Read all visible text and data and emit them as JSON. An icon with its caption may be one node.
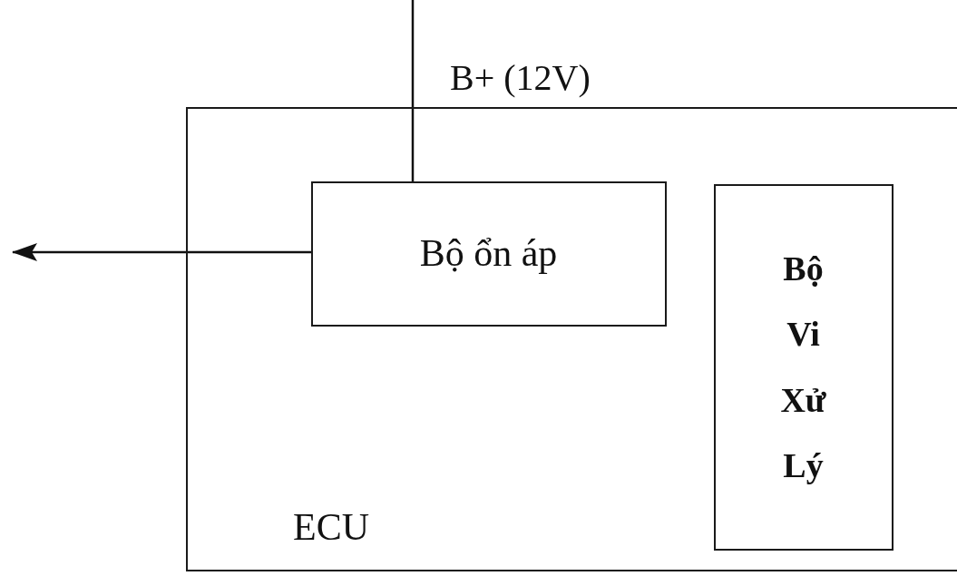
{
  "diagram": {
    "nodes": [
      {
        "text": [
          "ECU"
        ]
      },
      {
        "text": [
          "Bộ ổn áp"
        ],
        "in": 0
      },
      {
        "text": [
          "Bộ Vi Xử Lý"
        ],
        "in": 0
      }
    ],
    "edges": [
      {
        "from": null,
        "to": 1,
        "arrow": "none",
        "label": "B+ (12V)"
      },
      {
        "from": 1,
        "to": null,
        "arrow": "to"
      }
    ]
  }
}
